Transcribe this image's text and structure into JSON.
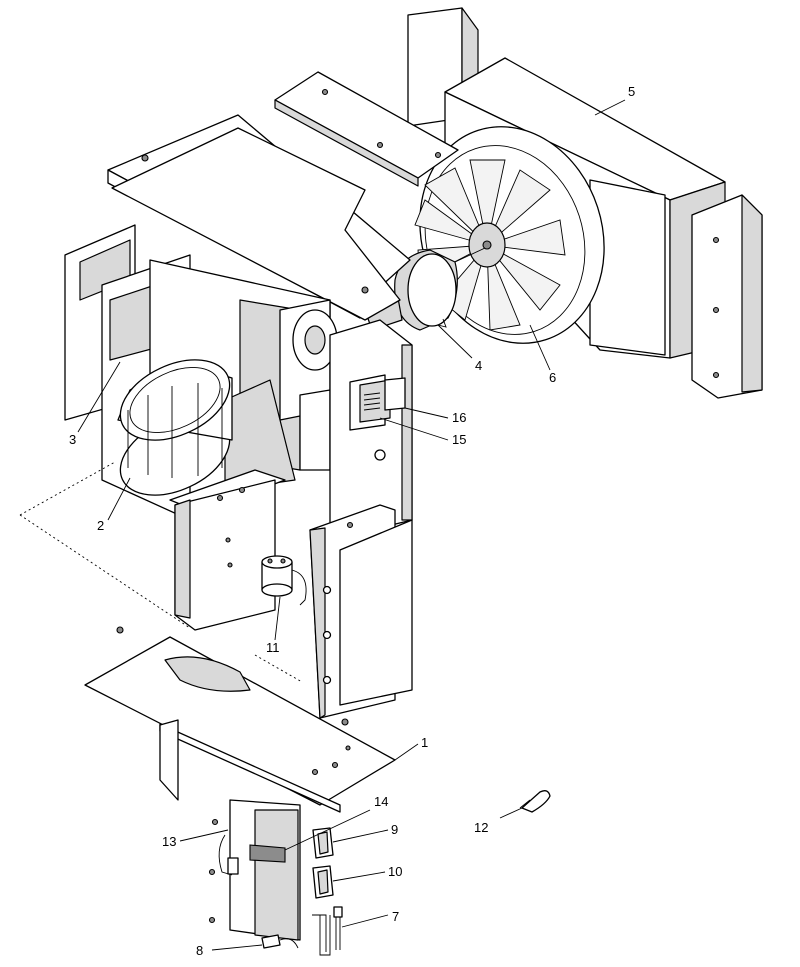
{
  "callouts": [
    {
      "id": "1",
      "label": "1"
    },
    {
      "id": "2",
      "label": "2"
    },
    {
      "id": "3",
      "label": "3"
    },
    {
      "id": "4",
      "label": "4"
    },
    {
      "id": "5",
      "label": "5"
    },
    {
      "id": "6",
      "label": "6"
    },
    {
      "id": "7",
      "label": "7"
    },
    {
      "id": "8",
      "label": "8"
    },
    {
      "id": "9",
      "label": "9"
    },
    {
      "id": "10",
      "label": "10"
    },
    {
      "id": "11",
      "label": "11"
    },
    {
      "id": "12",
      "label": "12"
    },
    {
      "id": "13",
      "label": "13"
    },
    {
      "id": "14",
      "label": "14"
    },
    {
      "id": "15",
      "label": "15"
    },
    {
      "id": "16",
      "label": "16"
    }
  ]
}
